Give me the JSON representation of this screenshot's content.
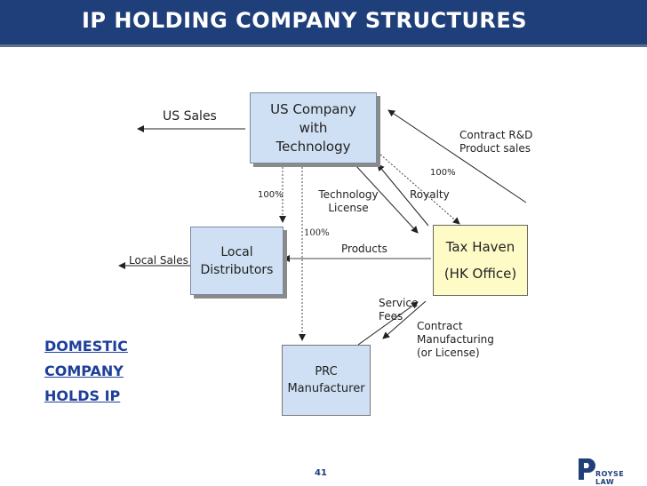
{
  "title": "IP HOLDING COMPANY STRUCTURES",
  "nodes": {
    "us_company": [
      "US Company",
      "with",
      "Technology"
    ],
    "local_distributors": [
      "Local",
      "Distributors"
    ],
    "tax_haven": [
      "Tax Haven",
      "(HK Office)"
    ],
    "prc_manufacturer": [
      "PRC",
      "Manufacturer"
    ]
  },
  "labels": {
    "us_sales": "US Sales",
    "local_sales": "Local Sales",
    "contract_rd": [
      "Contract R&D",
      "Product sales"
    ],
    "pct_tax_haven": "100%",
    "pct_local": "100%",
    "pct_prc": "100%",
    "technology_license": [
      "Technology",
      "License"
    ],
    "royalty": "Royalty",
    "products": "Products",
    "service_fees": [
      "Service",
      "Fees"
    ],
    "contract_manufacturing": [
      "Contract",
      "Manufacturing",
      "(or License)"
    ]
  },
  "domestic": [
    "DOMESTIC",
    "COMPANY",
    "HOLDS IP"
  ],
  "page_number": "41",
  "logo_text": "ROYSE LAW",
  "colors": {
    "title_bar": "#1f3f7a",
    "blue_box": "#cfe0f4",
    "yellow_box": "#fffbc7",
    "domestic_text": "#1f3f9a"
  }
}
